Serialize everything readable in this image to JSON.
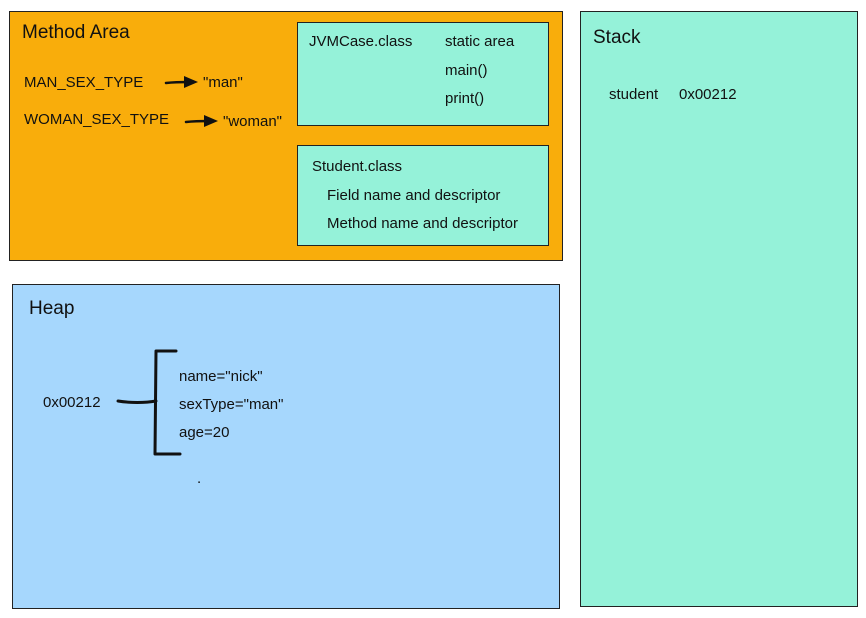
{
  "method_area": {
    "title": "Method Area",
    "constants": [
      {
        "name": "MAN_SEX_TYPE",
        "value": "\"man\""
      },
      {
        "name": "WOMAN_SEX_TYPE",
        "value": "\"woman\""
      }
    ],
    "jvmcase": {
      "name": "JVMCase.class",
      "items": [
        "static area",
        "main()",
        "print()"
      ]
    },
    "student": {
      "name": "Student.class",
      "items": [
        "Field name and descriptor",
        "Method name and descriptor"
      ]
    }
  },
  "heap": {
    "title": "Heap",
    "address": "0x00212",
    "fields": [
      "name=\"nick\"",
      "sexType=\"man\"",
      "age=20"
    ],
    "dot": "."
  },
  "stack": {
    "title": "Stack",
    "variable": "student",
    "reference": "0x00212"
  },
  "colors": {
    "method_area": "#f9ad0b",
    "class_box": "#95f2d9",
    "heap": "#a6d7fd",
    "stack": "#95f2d9",
    "stroke": "#222222"
  }
}
